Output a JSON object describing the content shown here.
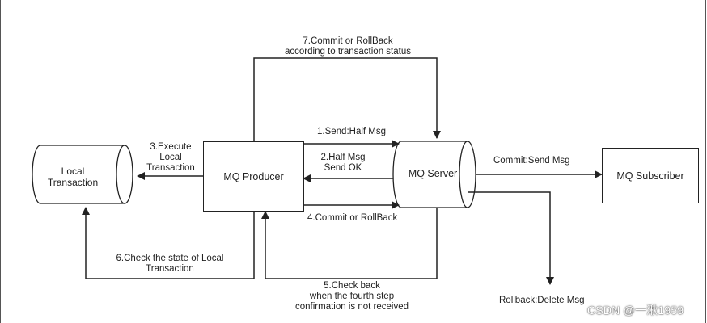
{
  "nodes": {
    "local_transaction": "Local\nTransaction",
    "mq_producer": "MQ Producer",
    "mq_server": "MQ Server",
    "mq_subscriber": "MQ Subscriber"
  },
  "edges": {
    "step1": "1.Send:Half Msg",
    "step2": "2.Half Msg\nSend OK",
    "step3": "3.Execute\nLocal\nTransaction",
    "step4": "4.Commit or RollBack",
    "step5": "5.Check back\nwhen the fourth step\nconfirmation is not received",
    "step6": "6.Check the state of Local\nTransaction",
    "step7": "7.Commit or RollBack\naccording to transaction status",
    "commit": "Commit:Send Msg",
    "rollback": "Rollback:Delete Msg"
  },
  "watermark": "CSDN @一湫1959"
}
